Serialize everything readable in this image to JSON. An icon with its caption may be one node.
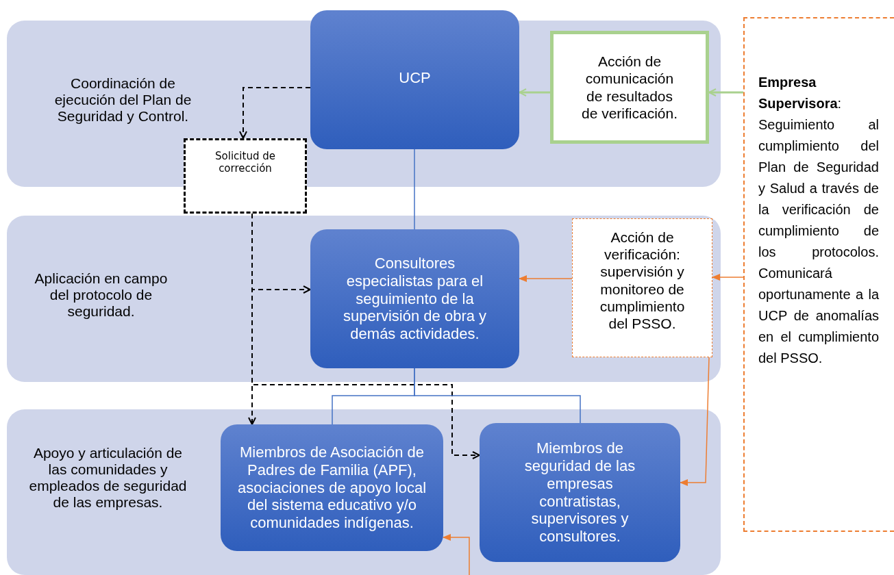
{
  "diagram": {
    "nodes": [
      {
        "text": [
          "Coordinación de ejecución del Plan de Seguridad y Control."
        ]
      },
      {
        "text": [
          "Aplicación en campo del protocolo de seguridad."
        ]
      },
      {
        "text": [
          "Apoyo y articulación de las comunidades y empleados de seguridad de las empresas."
        ]
      },
      {
        "text": [
          "UCP"
        ]
      },
      {
        "text": [
          "Acción de comunicación de resultados de verificación."
        ],
        "in": 0
      },
      {
        "text": [
          "**Empresa Supervisora**: Seguimiento al cumplimiento del Plan de Seguridad y Salud a través de la verificación de cumplimiento de los protocolos. Comunicará oportunamente a la UCP de anomalías en el cumplimiento del PSSO."
        ]
      },
      {
        "text": [
          "Solicitud de corrección"
        ]
      },
      {
        "text": [
          "Consultores especialistas para el seguimiento de la supervisión de obra y demás actividades."
        ],
        "in": 1
      },
      {
        "text": [
          "Acción de verificación: supervisión y monitoreo de cumplimiento del PSSO."
        ],
        "in": 1
      },
      {
        "text": [
          "Miembros de Asociación de Padres de Familia (APF), asociaciones de apoyo local del sistema educativo y/o comunidades indígenas."
        ],
        "in": 2
      },
      {
        "text": [
          "Miembros de seguridad de las empresas contratistas, supervisores y consultores."
        ],
        "in": 2
      }
    ],
    "edges": [
      {
        "from": 5,
        "to": 4,
        "arrow": "to",
        "color": "#a9d18e"
      },
      {
        "from": 4,
        "to": 3,
        "arrow": "to",
        "color": "#a9d18e"
      },
      {
        "from": 3,
        "to": 6,
        "arrow": "to",
        "style": "dashed"
      },
      {
        "from": 6,
        "to": 7,
        "arrow": "to",
        "style": "dashed"
      },
      {
        "from": 6,
        "to": 9,
        "arrow": "to",
        "style": "dashed"
      },
      {
        "from": 6,
        "to": 10,
        "arrow": "to",
        "style": "dashed"
      },
      {
        "from": 3,
        "to": 7,
        "arrow": "none",
        "color": "#4472c4"
      },
      {
        "from": 7,
        "to": 9,
        "arrow": "none",
        "color": "#4472c4"
      },
      {
        "from": 7,
        "to": 10,
        "arrow": "none",
        "color": "#4472c4"
      },
      {
        "from": 5,
        "to": 8,
        "arrow": "to",
        "color": "#ed7d31"
      },
      {
        "from": 8,
        "to": 7,
        "arrow": "to",
        "color": "#ed7d31"
      },
      {
        "from": 8,
        "to": 10,
        "arrow": "to",
        "color": "#ed7d31"
      },
      {
        "from": null,
        "to": 9,
        "arrow": "to",
        "color": "#ed7d31"
      }
    ]
  }
}
